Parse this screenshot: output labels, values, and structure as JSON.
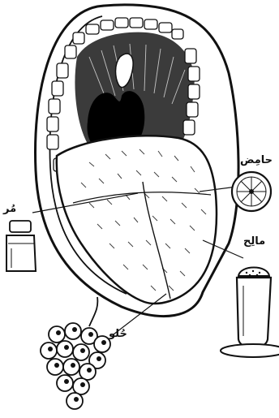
{
  "diagram": {
    "labels": {
      "bitter": "مُر",
      "sour": "حامِض",
      "salty": "مالِح",
      "sweet": "حُلو"
    },
    "colors": {
      "ink": "#111111",
      "paper": "#ffffff"
    }
  }
}
